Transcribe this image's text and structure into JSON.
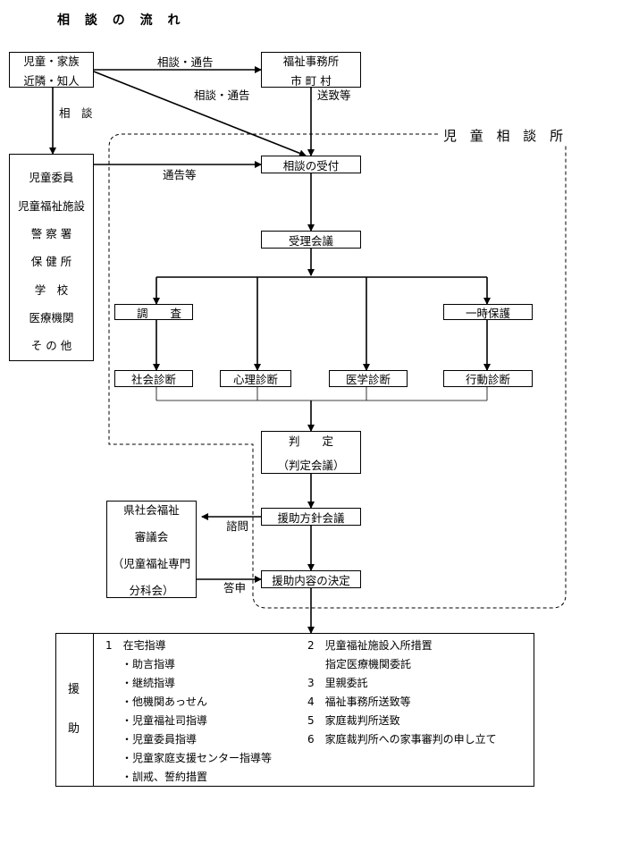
{
  "title": "相 談 の 流 れ",
  "nodes": {
    "family": [
      "児童・家族",
      "近隣・知人"
    ],
    "welfare_office": [
      "福祉事務所",
      "市 町 村"
    ],
    "reception": "相談の受付",
    "intake_meeting": "受理会議",
    "investigation": "調　　査",
    "temporary_protection": "一時保護",
    "social_diagnosis": "社会診断",
    "psych_diagnosis": "心理診断",
    "medical_diagnosis": "医学診断",
    "behavior_diagnosis": "行動診断",
    "judgment": [
      "判　　定",
      "（判定会議）"
    ],
    "support_policy_meeting": "援助方針会議",
    "support_decision": "援助内容の決定",
    "council": [
      "県社会福祉",
      "審議会",
      "（児童福祉専門",
      "分科会）"
    ]
  },
  "referrers": [
    "児童委員",
    "児童福祉施設",
    "警 察 署",
    "保 健 所",
    "学　校",
    "医療機関",
    "そ の 他"
  ],
  "center_label": "児 童 相 談 所",
  "edge_labels": {
    "consult_report_1": "相談・通告",
    "consult_report_2": "相談・通告",
    "consult": "相　談",
    "sending": "送致等",
    "report": "通告等",
    "inquiry": "諮問",
    "reply": "答申"
  },
  "support": {
    "label_1": "援",
    "label_2": "助",
    "left_items": [
      "1　在宅指導",
      "・助言指導",
      "・継続指導",
      "・他機関あっせん",
      "・児童福祉司指導",
      "・児童委員指導",
      "・児童家庭支援センター指導等",
      "・訓戒、誓約措置"
    ],
    "right_items": [
      "2　児童福祉施設入所措置",
      "指定医療機関委託",
      "3　里親委託",
      "4　福祉事務所送致等",
      "5　家庭裁判所送致",
      "6　家庭裁判所への家事審判の申し立て"
    ]
  }
}
